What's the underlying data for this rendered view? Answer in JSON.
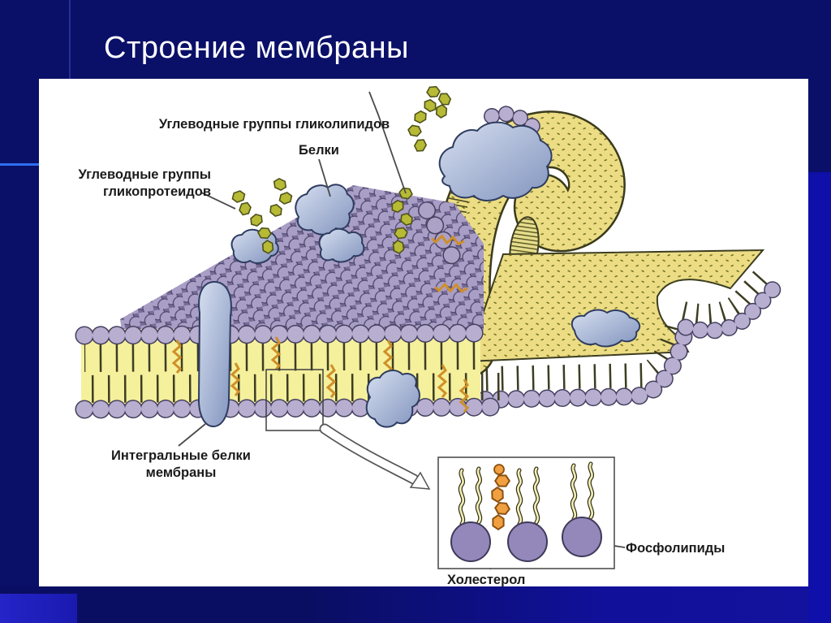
{
  "slide": {
    "title": "Строение мембраны"
  },
  "labels": {
    "glycolipid_carbs": "Углеводные группы гликолипидов",
    "proteins": "Белки",
    "glycoprotein_carbs": [
      "Углеводные группы",
      "гликопротеидов"
    ],
    "integral_proteins": [
      "Интегральные белки",
      "мембраны"
    ],
    "phospholipids": "Фосфолипиды",
    "cholesterol": "Холестерол"
  },
  "colors": {
    "background_navy": "#0a1068",
    "accent_royal_blue": "#0f0faa",
    "accent_bright_line": "#2f6ef2",
    "title_text": "#ffffff",
    "label_text": "#1b1b1b",
    "membrane_yellow": "#f5f09c",
    "cutaway_yellow": "#ecdd85",
    "lipid_head_lavender": "#b7aed0",
    "protein_blue": "#8e9fc6",
    "carbohydrate_olive": "#b6ba35",
    "cholesterol_orange": "#f0a041"
  }
}
